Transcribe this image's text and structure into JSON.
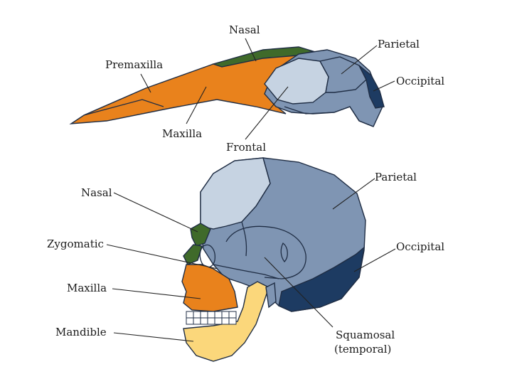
{
  "colors": {
    "background": "#ffffff",
    "frontal": "#c6d3e2",
    "parietal": "#7f95b3",
    "occipital": "#1d3b62",
    "temporal": "#7f95b3",
    "nasal": "#3f6a2a",
    "maxilla": "#e9821c",
    "premaxilla": "#e9821c",
    "mandible": "#fbd77b",
    "teeth": "#ffffff",
    "outline": "#1f2d44"
  },
  "top_skull": {
    "labels": {
      "nasal": "Nasal",
      "premaxilla": "Premaxilla",
      "parietal": "Parietal",
      "occipital": "Occipital",
      "maxilla": "Maxilla",
      "frontal": "Frontal"
    }
  },
  "bottom_skull": {
    "labels": {
      "nasal": "Nasal",
      "parietal": "Parietal",
      "zygomatic": "Zygomatic",
      "occipital": "Occipital",
      "maxilla": "Maxilla",
      "mandible": "Mandible",
      "squamosal_line1": "Squamosal",
      "squamosal_line2": "(temporal)"
    }
  }
}
